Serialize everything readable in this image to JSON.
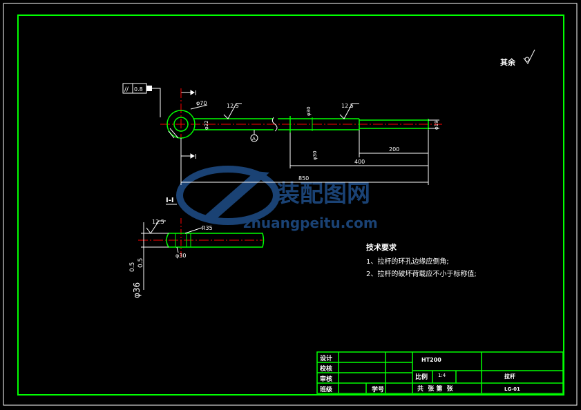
{
  "colors": {
    "background": "#000000",
    "frame": "#ffffff",
    "title_block": "#00ff00",
    "part": "#00ff00",
    "center_line": "#ff0000",
    "dimension": "#ffffff",
    "watermark": "#1f4e89"
  },
  "roughness_note": {
    "label": "其余",
    "symbol_icon": "roughness-check-icon"
  },
  "tolerance_frame": {
    "symbol": "//",
    "value": "0.8",
    "datum_icon": "datum-a-icon"
  },
  "section_marks": {
    "top": "I",
    "bottom": "I",
    "view_label": "I-I"
  },
  "main_view": {
    "eye_dia": "φ70",
    "rod_dia": "φ22",
    "mid_dia": "φ30",
    "end_dia": "φ30",
    "end_dia2": "φ19",
    "roughness_1": "12.5",
    "roughness_2": "12.5",
    "dim_200": "200",
    "dim_400": "400",
    "dim_850": "850",
    "datum": "A"
  },
  "section_view": {
    "roughness": "12.5",
    "radius": "R35",
    "bore": "φ30",
    "tol_upper": "0.5",
    "tol_lower": "0.5",
    "dia": "φ36"
  },
  "watermark": {
    "cn": "装配图网",
    "url": "zhuangpeitu.com"
  },
  "notes": {
    "title": "技术要求",
    "items": [
      "1、拉杆的环孔边缘应倒角;",
      "2、拉杆的破坏荷载应不小于标称值;"
    ]
  },
  "title_block": {
    "rows": [
      "设计",
      "校核",
      "审核",
      "班级"
    ],
    "student_no": "学号",
    "material": "HT200",
    "scale_label": "比例",
    "scale_value": "1:4",
    "part_name": "拉杆",
    "sheet_text": "共  张 第  张",
    "drawing_no": "LG-01"
  }
}
